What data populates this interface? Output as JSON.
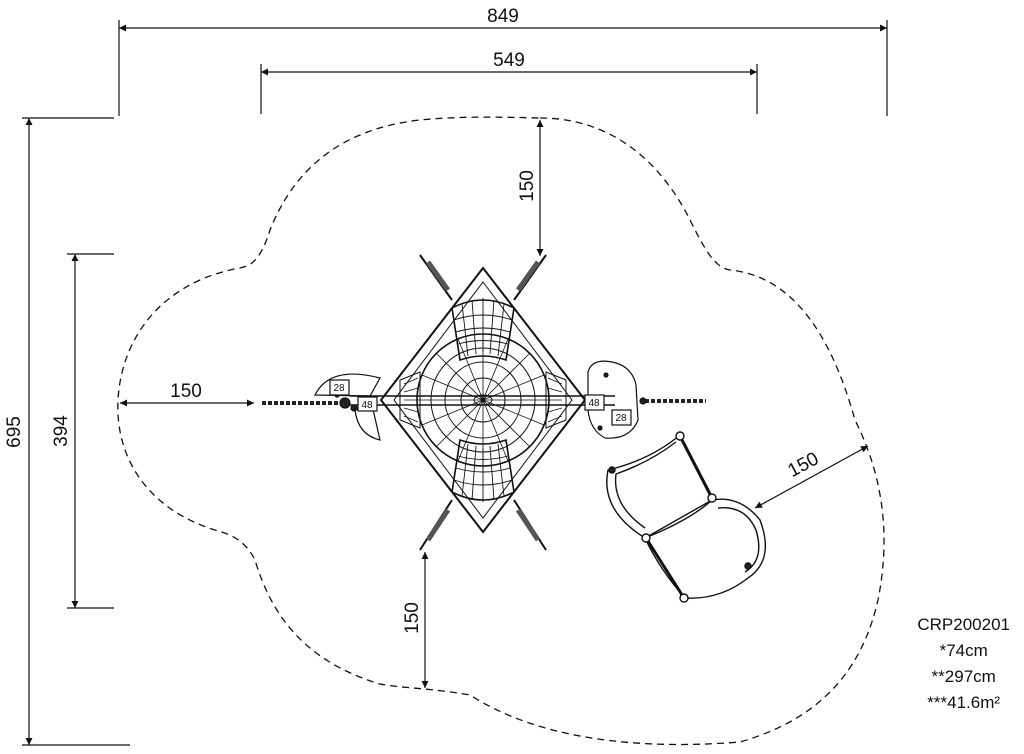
{
  "dimensions": {
    "total_width": "849",
    "inner_width": "549",
    "total_height": "695",
    "inner_height": "394",
    "clearance_top": "150",
    "clearance_left": "150",
    "clearance_bottom": "150",
    "clearance_right": "150"
  },
  "platform_tags": {
    "left_upper": "28",
    "left_lower": "48",
    "right_upper": "48",
    "right_lower": "28"
  },
  "info": {
    "model_code": "CRP200201",
    "free_fall_height": "*74cm",
    "max_height": "**297cm",
    "impact_area": "***41.6m²"
  }
}
